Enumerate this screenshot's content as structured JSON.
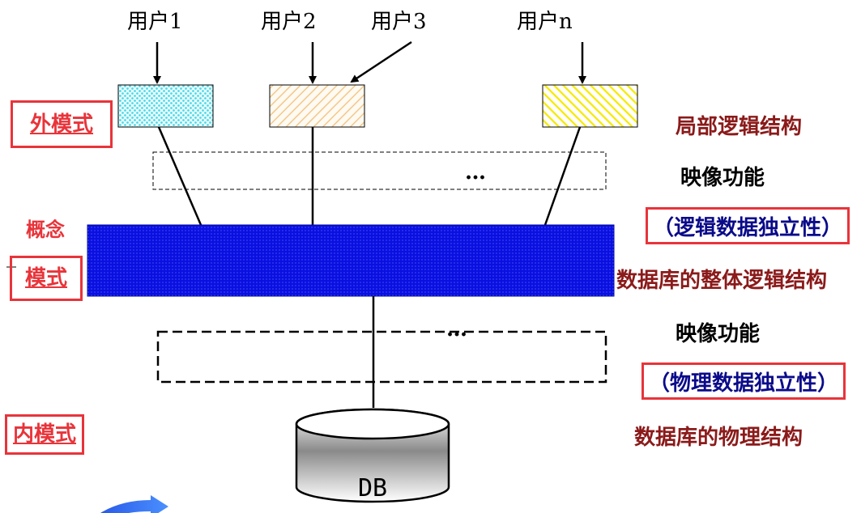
{
  "users": [
    "用户1",
    "用户2",
    "用户3",
    "用户n"
  ],
  "levels": {
    "external": "外模式",
    "concept": "概念",
    "schema": "模式",
    "internal": "内模式"
  },
  "ellipsis_upper": "…",
  "ellipsis_lower": "…",
  "right": {
    "local_logic": "局部逻辑结构",
    "mapping1": "映像功能",
    "logical_indep": "（逻辑数据独立性）",
    "overall_logic": "数据库的整体逻辑结构",
    "mapping2": "映像功能",
    "physical_indep": "（物理数据独立性）",
    "physical_structure": "数据库的物理结构"
  },
  "db_label": "DB",
  "colors": {
    "schema_bar": "#0a10e0",
    "level_border": "#e8343a",
    "dark_red_text": "#8b1a1a",
    "indep_text": "#0a0a8a"
  }
}
